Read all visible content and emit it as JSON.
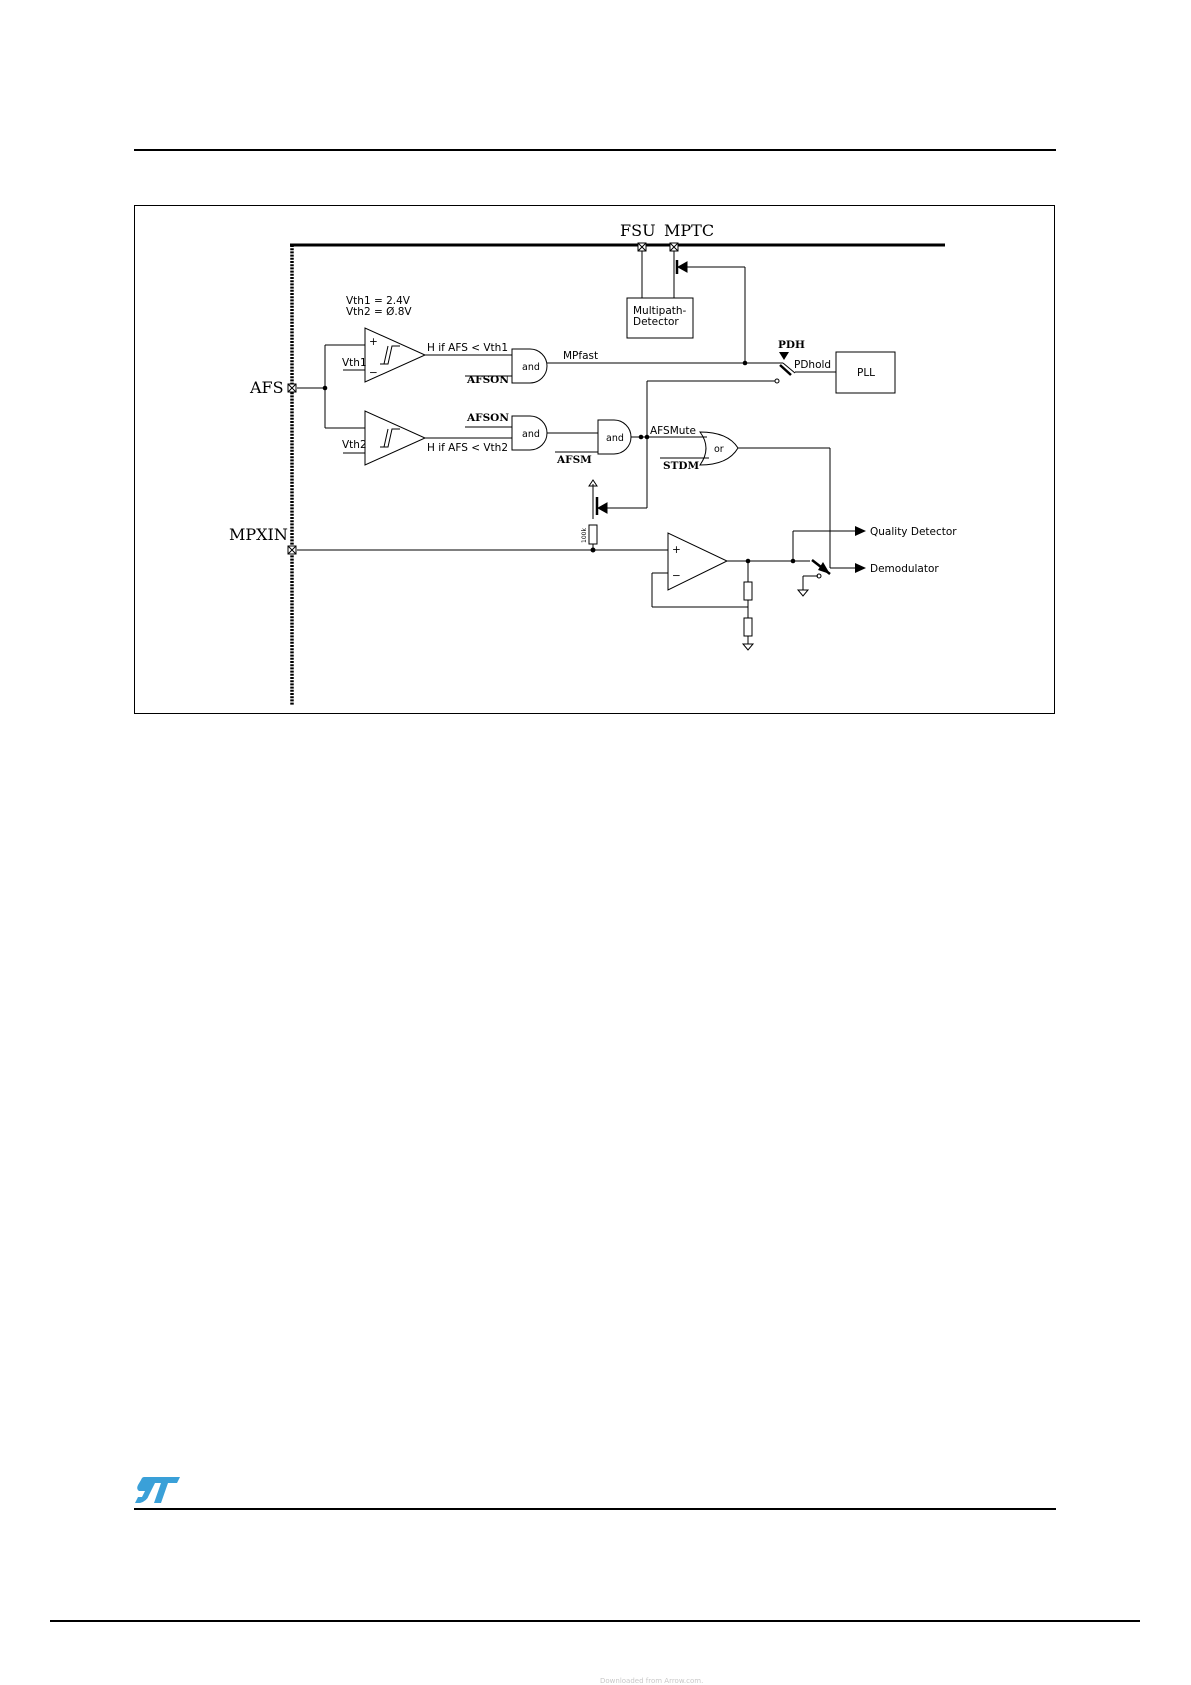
{
  "brand": {
    "logo": "st-logo",
    "color": "#3aa0d8"
  },
  "diagram": {
    "pins": {
      "fsu": "FSU",
      "mptc": "MPTC",
      "afs": "AFS",
      "mpxin": "MPXIN"
    },
    "thresholds": {
      "vth1_eq": "Vth1 = 2.4V",
      "vth2_eq": "Vth2 = Ø.8V",
      "vth1": "Vth1",
      "vth2": "Vth2"
    },
    "comparator_outputs": {
      "top": "H if AFS < Vth1",
      "bottom": "H if AFS < Vth2"
    },
    "signals": {
      "afson_top": "AFSON",
      "afson_bottom": "AFSON",
      "afsm": "AFSM",
      "stdm": "STDM",
      "pdh": "PDH",
      "mpfast": "MPfast",
      "pdhold": "PDhold",
      "afsmute": "AFSMute"
    },
    "gates": {
      "and1": "and",
      "and2": "and",
      "and3": "and",
      "or1": "or"
    },
    "blocks": {
      "multipath_line1": "Multipath-",
      "multipath_line2": "Detector",
      "pll": "PLL"
    },
    "comparator_marks": {
      "plus": "+",
      "minus": "−",
      "opamp_plus": "+",
      "opamp_minus": "−"
    },
    "resistor_value": "100k",
    "outputs": {
      "quality": "Quality Detector",
      "demodulator": "Demodulator"
    }
  },
  "footer": {
    "faint_text": "Downloaded from Arrow.com."
  }
}
